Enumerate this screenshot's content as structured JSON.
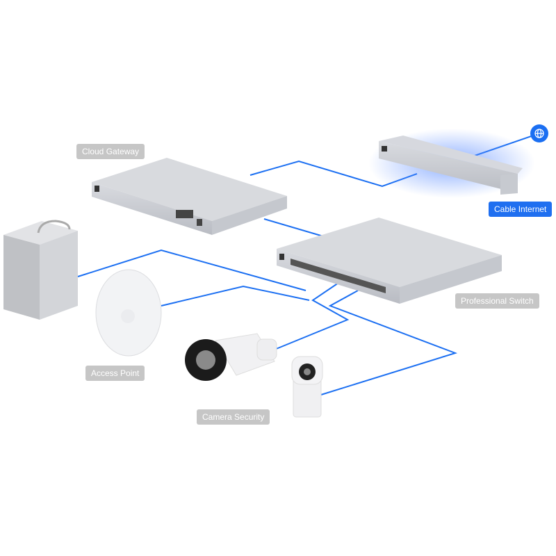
{
  "labels": {
    "cloud_gateway": "Cloud Gateway",
    "cable_internet": "Cable Internet",
    "professional_switch": "Professional Switch",
    "access_point": "Access Point",
    "camera_security": "Camera Security"
  },
  "colors": {
    "link": "#1b6ff2",
    "label_bg": "#c6c6c6",
    "accent_label_bg": "#1f6ff0"
  },
  "icons": {
    "internet": "globe-icon"
  }
}
